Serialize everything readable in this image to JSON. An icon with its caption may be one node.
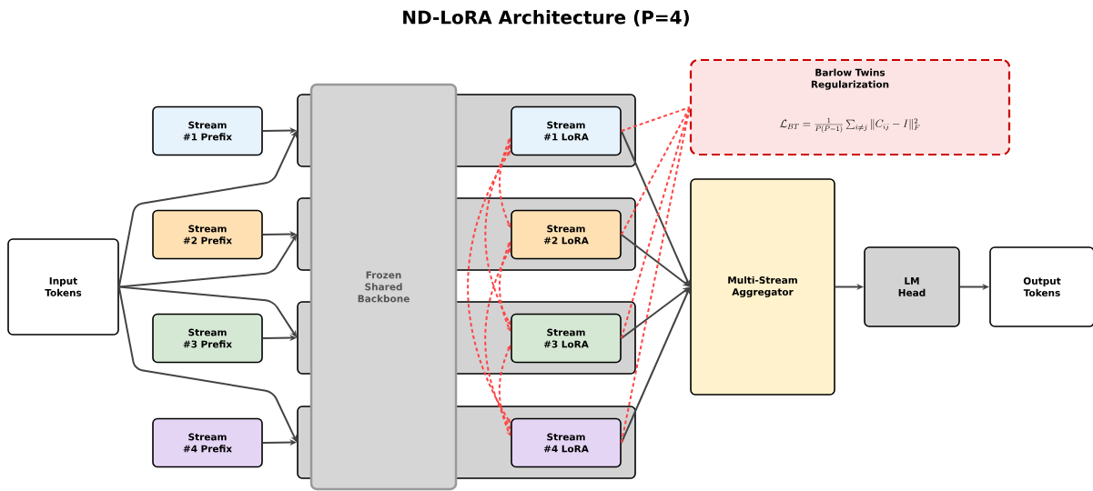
{
  "diagram": {
    "title": "ND-LoRA Architecture (P=4)",
    "nodes": [
      {
        "text": [
          "Input Tokens"
        ]
      },
      {
        "text": [
          "Stream #1 Prefix"
        ]
      },
      {
        "text": [
          "Stream #2 Prefix"
        ]
      },
      {
        "text": [
          "Stream #3 Prefix"
        ]
      },
      {
        "text": [
          "Stream #4 Prefix"
        ]
      },
      {
        "text": [],
        "shape": "box"
      },
      {
        "text": [],
        "shape": "box"
      },
      {
        "text": [],
        "shape": "box"
      },
      {
        "text": [],
        "shape": "box"
      },
      {
        "text": [
          "Frozen Shared Backbone"
        ]
      },
      {
        "text": [
          "Stream #1 LoRA"
        ],
        "in": 5
      },
      {
        "text": [
          "Stream #2 LoRA"
        ],
        "in": 6
      },
      {
        "text": [
          "Stream #3 LoRA"
        ],
        "in": 7
      },
      {
        "text": [
          "Stream #4 LoRA"
        ],
        "in": 8
      },
      {
        "text": [
          "Barlow Twins Regularization",
          "\\mathcal{L}_{BT} = \\frac{1}{P(P-1)} \\sum_{i \\neq j} \\|C_{ij} - I\\|_F^2"
        ]
      },
      {
        "text": [
          "Multi-Stream Aggregator"
        ]
      },
      {
        "text": [
          "LM Head"
        ]
      },
      {
        "text": [
          "Output Tokens"
        ]
      }
    ],
    "edges": [
      {
        "from": 0,
        "to": 5,
        "arrow": "to"
      },
      {
        "from": 0,
        "to": 6,
        "arrow": "to"
      },
      {
        "from": 0,
        "to": 7,
        "arrow": "to"
      },
      {
        "from": 0,
        "to": 8,
        "arrow": "to"
      },
      {
        "from": 1,
        "to": 5,
        "arrow": "to"
      },
      {
        "from": 2,
        "to": 6,
        "arrow": "to"
      },
      {
        "from": 3,
        "to": 7,
        "arrow": "to"
      },
      {
        "from": 4,
        "to": 8,
        "arrow": "to"
      },
      {
        "from": 10,
        "to": 15,
        "arrow": "to"
      },
      {
        "from": 11,
        "to": 15,
        "arrow": "to"
      },
      {
        "from": 12,
        "to": 15,
        "arrow": "to"
      },
      {
        "from": 13,
        "to": 15,
        "arrow": "to"
      },
      {
        "from": 15,
        "to": 16,
        "arrow": "to"
      },
      {
        "from": 16,
        "to": 17,
        "arrow": "to"
      },
      {
        "from": 10,
        "to": 14,
        "arrow": "none",
        "style": "dashed",
        "color": "#ff4444"
      },
      {
        "from": 11,
        "to": 14,
        "arrow": "none",
        "style": "dashed",
        "color": "#ff4444"
      },
      {
        "from": 12,
        "to": 14,
        "arrow": "none",
        "style": "dashed",
        "color": "#ff4444"
      },
      {
        "from": 13,
        "to": 14,
        "arrow": "none",
        "style": "dashed",
        "color": "#ff4444"
      },
      {
        "from": 10,
        "to": 11,
        "arrow": "both",
        "style": "dashed",
        "color": "#ff4444"
      },
      {
        "from": 10,
        "to": 12,
        "arrow": "both",
        "style": "dashed",
        "color": "#ff4444"
      },
      {
        "from": 10,
        "to": 13,
        "arrow": "both",
        "style": "dashed",
        "color": "#ff4444"
      },
      {
        "from": 11,
        "to": 12,
        "arrow": "both",
        "style": "dashed",
        "color": "#ff4444"
      },
      {
        "from": 11,
        "to": 13,
        "arrow": "both",
        "style": "dashed",
        "color": "#ff4444"
      },
      {
        "from": 12,
        "to": 13,
        "arrow": "both",
        "style": "dashed",
        "color": "#ff4444"
      }
    ]
  }
}
